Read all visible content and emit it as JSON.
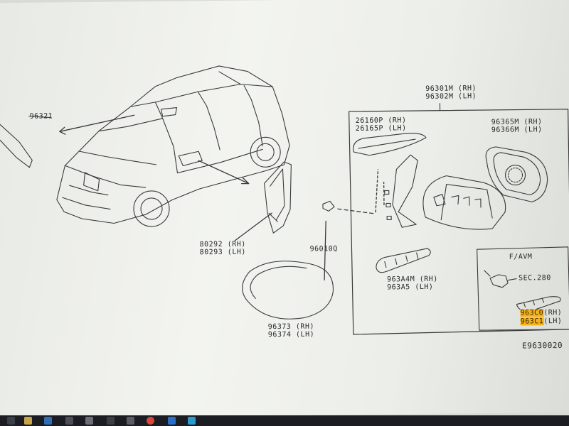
{
  "parts": {
    "inner_mirror": "96321",
    "mirror_assy_rh": "96301M (RH)",
    "mirror_assy_lh": "96302M (LH)",
    "turn_lamp_rh": "26160P (RH)",
    "turn_lamp_lh": "26165P (LH)",
    "glass_rh": "96365M (RH)",
    "glass_lh": "96366M (LH)",
    "trim_rh": "80292 (RH)",
    "trim_lh": "80293 (LH)",
    "nut": "96010Q",
    "harness_rh": "963A4M (RH)",
    "harness_lh": "963A5 (LH)",
    "cover_rh": "96373 (RH)",
    "cover_lh": "96374 (LH)",
    "avm_header": "F/AVM",
    "avm_sec_ref": "SEC.280",
    "camera_rh_code": "963C0",
    "camera_rh_side": "(RH)",
    "camera_lh_code": "963C1",
    "camera_lh_side": "(LH)",
    "diagram_code": "E9630020"
  },
  "colors": {
    "highlight": "#f5b21b",
    "ink": "#2a2a2a",
    "taskbar": "#1b1d22"
  }
}
